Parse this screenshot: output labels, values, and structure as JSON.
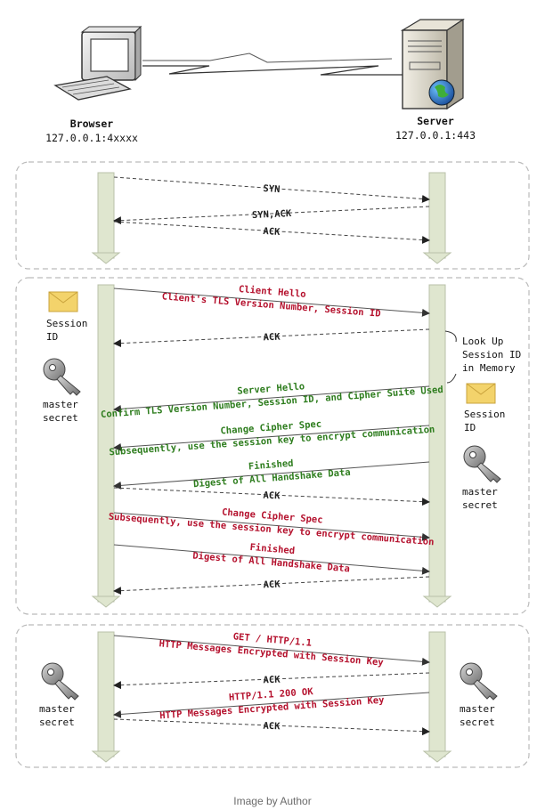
{
  "hosts": {
    "browser": {
      "name": "Browser",
      "address": "127.0.0.1:4xxxx",
      "icon": "desktop-computer-icon"
    },
    "server": {
      "name": "Server",
      "address": "127.0.0.1:443",
      "icon": "server-tower-icon"
    },
    "link_icon": "lightning-link-icon"
  },
  "tcp_handshake": {
    "messages": [
      {
        "id": "syn",
        "lines": [
          "SYN"
        ],
        "direction": "right",
        "style": "dashed",
        "color": "black"
      },
      {
        "id": "syn-ack",
        "lines": [
          "SYN,ACK"
        ],
        "direction": "left",
        "style": "dashed",
        "color": "black"
      },
      {
        "id": "ack",
        "lines": [
          "ACK"
        ],
        "direction": "right",
        "style": "dashed",
        "color": "black"
      }
    ]
  },
  "tls_resumption": {
    "messages": [
      {
        "id": "client-hello",
        "lines": [
          "Client Hello",
          "Client's TLS Version Number, Session ID"
        ],
        "direction": "right",
        "style": "solid",
        "color": "red"
      },
      {
        "id": "ack-1",
        "lines": [
          "ACK"
        ],
        "direction": "left",
        "style": "dashed",
        "color": "black"
      },
      {
        "id": "server-hello",
        "lines": [
          "Server Hello",
          "Confirm TLS Version Number, Session ID, and Cipher Suite Used"
        ],
        "direction": "left",
        "style": "solid",
        "color": "green"
      },
      {
        "id": "server-change-cipher",
        "lines": [
          "Change Cipher Spec",
          "Subsequently, use the session key to encrypt communication"
        ],
        "direction": "left",
        "style": "solid",
        "color": "green"
      },
      {
        "id": "server-finished",
        "lines": [
          "Finished",
          "Digest of All Handshake Data"
        ],
        "direction": "left",
        "style": "solid",
        "color": "green"
      },
      {
        "id": "ack-2",
        "lines": [
          "ACK"
        ],
        "direction": "right",
        "style": "dashed",
        "color": "black"
      },
      {
        "id": "client-change-cipher",
        "lines": [
          "Change Cipher Spec",
          "Subsequently, use the session key to encrypt communication"
        ],
        "direction": "right",
        "style": "solid",
        "color": "red"
      },
      {
        "id": "client-finished",
        "lines": [
          "Finished",
          "Digest of All Handshake Data"
        ],
        "direction": "right",
        "style": "solid",
        "color": "red"
      },
      {
        "id": "ack-3",
        "lines": [
          "ACK"
        ],
        "direction": "left",
        "style": "dashed",
        "color": "black"
      }
    ],
    "annotations": {
      "client_session_id": {
        "lines": [
          "Session",
          "ID"
        ],
        "icon": "envelope-icon"
      },
      "client_master_secret": {
        "lines": [
          "master",
          "secret"
        ],
        "icon": "key-icon"
      },
      "server_lookup": {
        "lines": [
          "Look Up",
          "Session ID",
          "in Memory"
        ]
      },
      "server_session_id": {
        "lines": [
          "Session",
          "ID"
        ],
        "icon": "envelope-icon"
      },
      "server_master_secret": {
        "lines": [
          "master",
          "secret"
        ],
        "icon": "key-icon"
      }
    }
  },
  "http_exchange": {
    "messages": [
      {
        "id": "get-request",
        "lines": [
          "GET / HTTP/1.1",
          "HTTP Messages Encrypted with Session Key"
        ],
        "direction": "right",
        "style": "solid",
        "color": "red"
      },
      {
        "id": "ack-req",
        "lines": [
          "ACK"
        ],
        "direction": "left",
        "style": "dashed",
        "color": "black"
      },
      {
        "id": "http-response",
        "lines": [
          "HTTP/1.1 200 OK",
          "HTTP Messages Encrypted with Session Key"
        ],
        "direction": "left",
        "style": "solid",
        "color": "red"
      },
      {
        "id": "ack-resp",
        "lines": [
          "ACK"
        ],
        "direction": "right",
        "style": "dashed",
        "color": "black"
      }
    ],
    "annotations": {
      "client_master_secret": {
        "lines": [
          "master",
          "secret"
        ],
        "icon": "key-icon"
      },
      "server_master_secret": {
        "lines": [
          "master",
          "secret"
        ],
        "icon": "key-icon"
      }
    }
  },
  "colors": {
    "red": "#b5122e",
    "green": "#2e7d1e",
    "black": "#222222",
    "lifeline": "#dfe6cf",
    "lifeline_border": "#b8c0a8",
    "panel_border": "#bbbbbb"
  },
  "caption": "Image by Author"
}
